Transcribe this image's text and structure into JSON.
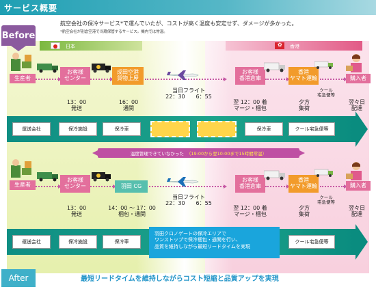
{
  "header": {
    "title": "サービス概要"
  },
  "labels": {
    "before": "Before",
    "after": "After"
  },
  "intro": {
    "text": "航空会社の保冷サービス*で運んでいたが、コストが高く温度も安定せず、ダメージが多かった。",
    "note": "*航空会社が別倉空港で冷蔵保管するサービス。機内では常温。"
  },
  "regions": {
    "japan": "日本",
    "hongkong": "香港"
  },
  "before": {
    "nodes": {
      "producer": "生産者",
      "center": "お客様\nセンター",
      "narita": "成田空港\n貨物上屋",
      "hk_warehouse": "お客様\n香港倉庫",
      "hk_yamato": "香港\nヤマト運輸",
      "buyer": "購入者",
      "cool": "クール\n宅急便等"
    },
    "times": {
      "center": "13：00\n発送",
      "narita": "16：00\n通関",
      "flight": "当日フライト\n22：30　　6：55",
      "hk": "翌 12：00 着\nマージ・梱包",
      "evening": "夕方\n集荷",
      "nextday": "翌々日\n配達"
    },
    "band": [
      "運送会社",
      "保冷施設",
      "保冷車",
      "",
      "",
      "保冷車",
      "クール宅急便等"
    ],
    "warning": "温度管理できていなかった",
    "warning_detail": "（19:00から翌10:00まで15時間常温）"
  },
  "after": {
    "nodes": {
      "producer": "生産者",
      "center": "お客様\nセンター",
      "haneda": "羽田 CG",
      "hk_warehouse": "お客様\n香港倉庫",
      "hk_yamato": "香港\nヤマト運輸",
      "buyer": "購入者",
      "cool": "クール\n宅急便等"
    },
    "times": {
      "center": "13：00\n発送",
      "haneda": "14：00 ～ 17：00\n梱包・通関",
      "flight": "当日フライト\n22：30　　6：55",
      "hk": "翌 12：00 着\nマージ・梱包",
      "evening": "夕方\n集荷",
      "nextday": "翌々日\n配達"
    },
    "band": [
      "運送会社",
      "保冷施設",
      "保冷車",
      "クール宅急便等"
    ],
    "callout": "羽田クロノゲートの保冷エリアで\nワンストップで保冷梱包・通関を行い、\n品質を維持しながら最短リードタイムを実現"
  },
  "footer": "最短リードタイムを維持しながらコスト短縮と品質アップを実現",
  "colors": {
    "accent": "#1f9fb3",
    "band": "#0e8e83",
    "pink": "#e36f9c",
    "orange": "#f29b2b"
  }
}
